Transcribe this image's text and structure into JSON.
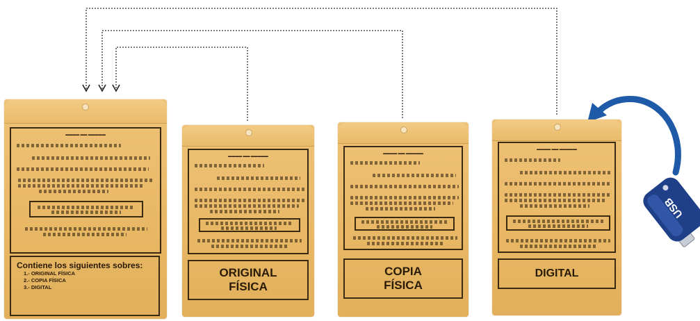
{
  "envelopes": {
    "main": {
      "contents_title": "Contiene los siguientes sobres:",
      "contents_items": [
        "1.- ORIGINAL FÍSICA",
        "2.- COPIA FÍSICA",
        "3.- DIGITAL"
      ]
    },
    "original": {
      "label_line1": "ORIGINAL",
      "label_line2": "FÍSICA"
    },
    "copia": {
      "label_line1": "COPIA",
      "label_line2": "FÍSICA"
    },
    "digital": {
      "label_line1": "DIGITAL"
    }
  },
  "usb": {
    "text": "USB"
  },
  "colors": {
    "envelope": "#e8b866",
    "ink": "#2a1b06",
    "usb": "#1f3f88",
    "arrow": "#1e5aa8"
  }
}
